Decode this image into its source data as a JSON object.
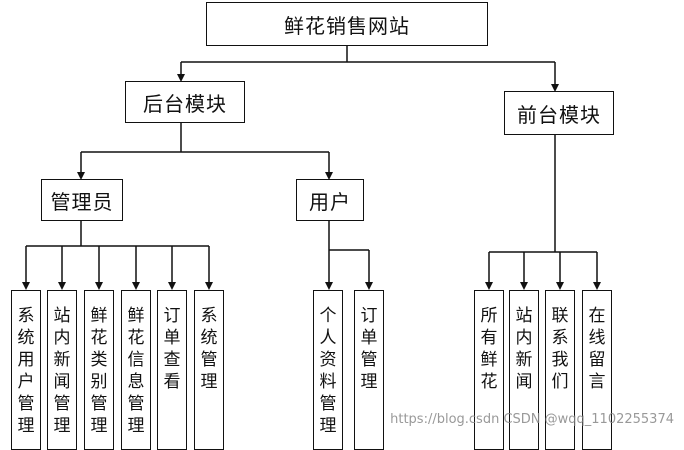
{
  "diagram": {
    "root": "鲜花销售网站",
    "backend": {
      "label": "后台模块",
      "admin": {
        "label": "管理员",
        "leaves": [
          "系统用户管理",
          "站内新闻管理",
          "鲜花类别管理",
          "鲜花信息管理",
          "订单查看",
          "系统管理"
        ]
      },
      "user": {
        "label": "用户",
        "leaves": [
          "个人资料管理",
          "订单管理"
        ]
      }
    },
    "frontend": {
      "label": "前台模块",
      "leaves": [
        "所有鲜花",
        "站内新闻",
        "联系我们",
        "在线留言"
      ]
    }
  },
  "watermark": "https://blog.csdn CSDN @wqq_1102255374"
}
